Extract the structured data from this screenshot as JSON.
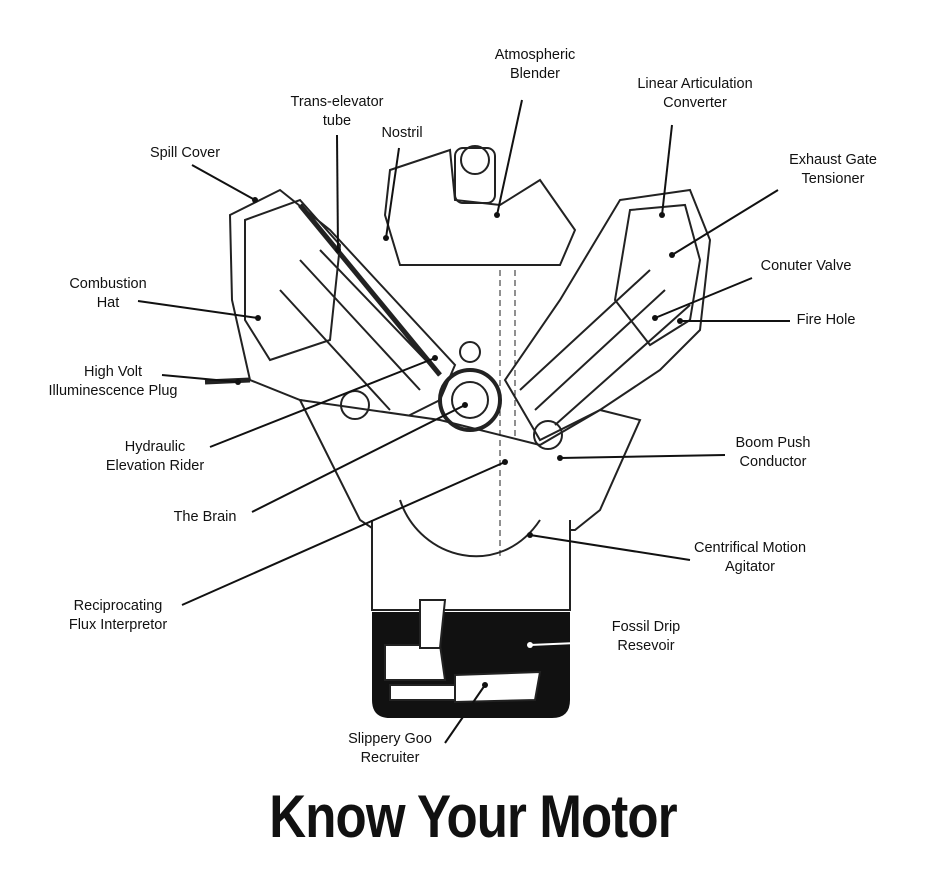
{
  "title": "Know Your Motor",
  "labels": {
    "atmospheric_blender": [
      "Atmospheric",
      "Blender"
    ],
    "linear_articulation_converter": [
      "Linear Articulation",
      "Converter"
    ],
    "trans_elevator_tube": [
      "Trans-elevator",
      "tube"
    ],
    "nostril": [
      "Nostril"
    ],
    "spill_cover": [
      "Spill Cover"
    ],
    "exhaust_gate_tensioner": [
      "Exhaust Gate",
      "Tensioner"
    ],
    "conuter_valve": [
      "Conuter Valve"
    ],
    "fire_hole": [
      "Fire Hole"
    ],
    "combustion_hat": [
      "Combustion",
      "Hat"
    ],
    "high_volt_plug": [
      "High Volt",
      "Illuminescence Plug"
    ],
    "hydraulic_elevation_rider": [
      "Hydraulic",
      "Elevation Rider"
    ],
    "the_brain": [
      "The Brain"
    ],
    "boom_push_conductor": [
      "Boom Push",
      "Conductor"
    ],
    "centrifical_motion_agitator": [
      "Centrifical Motion",
      "Agitator"
    ],
    "reciprocating_flux_interpretor": [
      "Reciprocating",
      "Flux Interpretor"
    ],
    "fossil_drip_resevoir": [
      "Fossil Drip",
      "Resevoir"
    ],
    "slippery_goo_recruiter": [
      "Slippery Goo",
      "Recruiter"
    ]
  }
}
